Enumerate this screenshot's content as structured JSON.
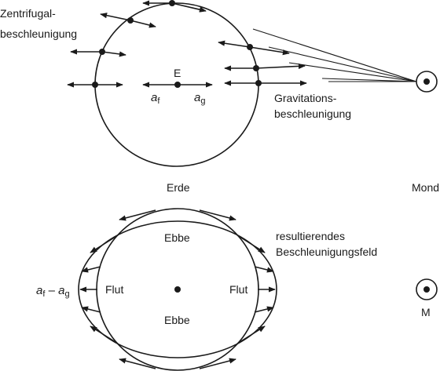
{
  "labels": {
    "zentrifugal_line1": "Zentrifugal-",
    "zentrifugal_line2": "beschleunigung",
    "gravitation_line1": "Gravitations-",
    "gravitation_line2": "beschleunigung",
    "center_e": "E",
    "af_a": "a",
    "af_sub": "f",
    "ag_a": "g",
    "ag_a_letter": "a",
    "erde": "Erde",
    "mond": "Mond",
    "resultierendes_line1": "resultierendes",
    "resultierendes_line2": "Beschleunigungsfeld",
    "ebbe_top": "Ebbe",
    "ebbe_bottom": "Ebbe",
    "flut_left": "Flut",
    "flut_right": "Flut",
    "diff_a1": "a",
    "diff_f": "f",
    "diff_minus": " – ",
    "diff_a2": "a",
    "diff_g": "g",
    "m": "M"
  }
}
